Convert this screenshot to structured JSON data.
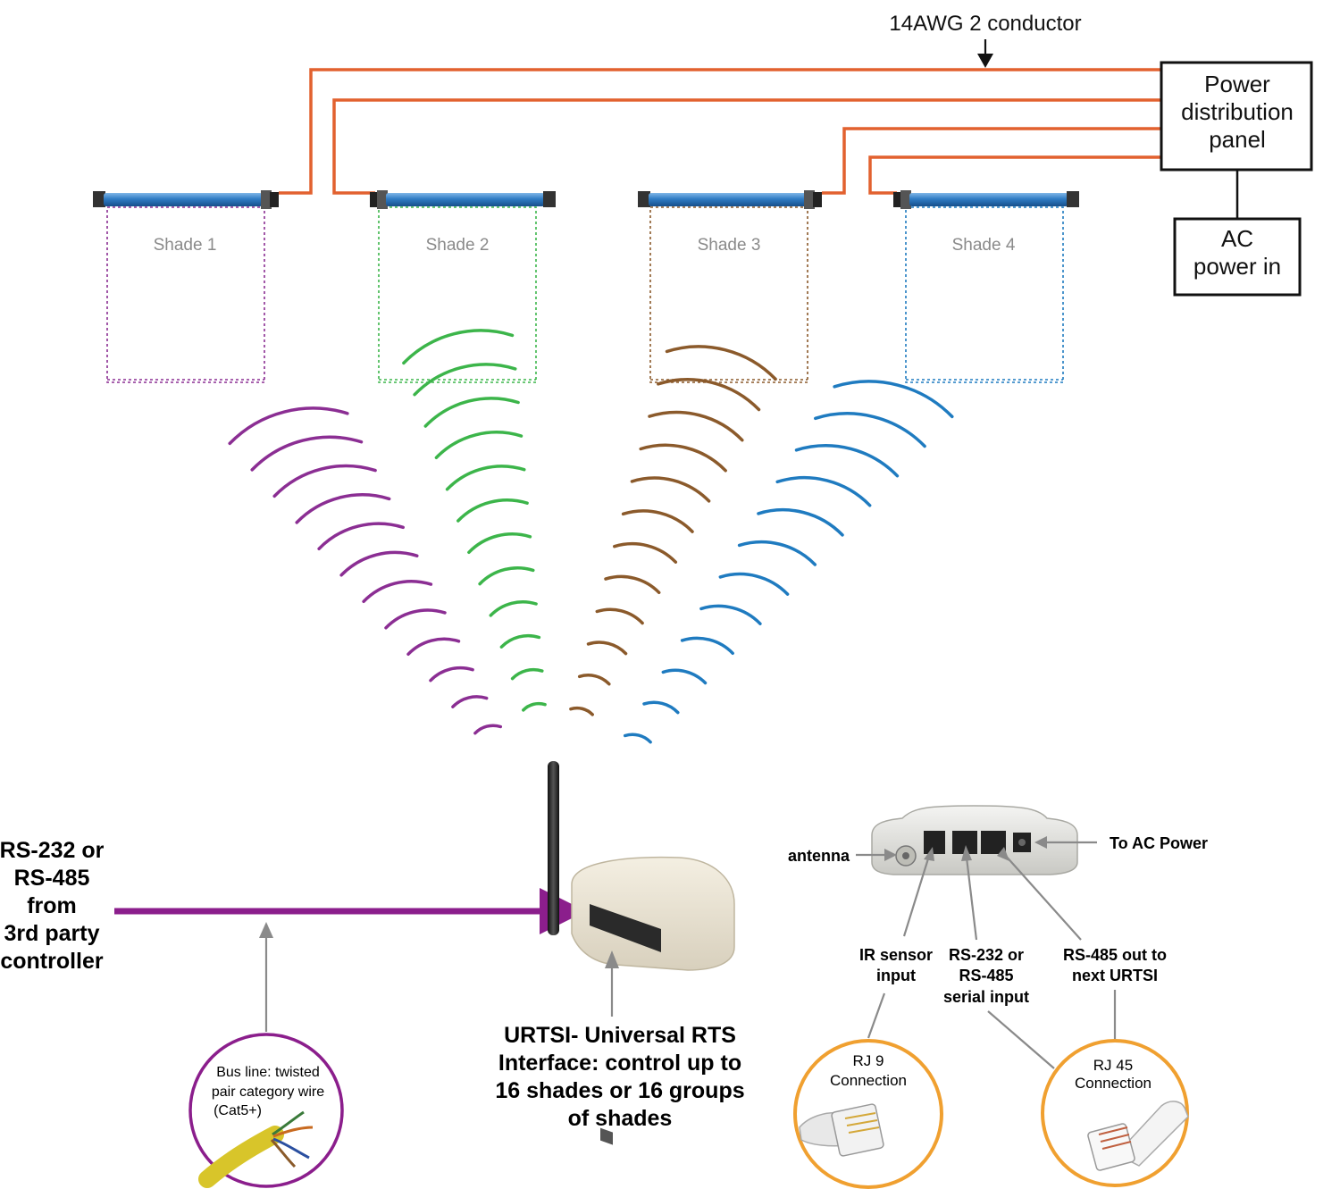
{
  "wire_label": "14AWG 2 conductor",
  "power_panel": {
    "lines": [
      "Power",
      "distribution",
      "panel"
    ]
  },
  "ac_power": {
    "lines": [
      "AC",
      "power in"
    ]
  },
  "shades": [
    {
      "label": "Shade 1",
      "color": "#8b2e93"
    },
    {
      "label": "Shade 2",
      "color": "#3cb54a"
    },
    {
      "label": "Shade 3",
      "color": "#8b5a2b"
    },
    {
      "label": "Shade 4",
      "color": "#1f7bc0"
    }
  ],
  "controller_label": {
    "lines": [
      "RS-232 or",
      "RS-485",
      "from",
      "3rd party",
      "controller"
    ]
  },
  "bus_line": {
    "lines": [
      "Bus line: twisted",
      "pair category wire",
      "(Cat5+)"
    ]
  },
  "urtsi_label": {
    "lines": [
      "URTSI- Universal RTS",
      "Interface: control up to",
      "16 shades or 16 groups",
      "of shades"
    ]
  },
  "ports": {
    "antenna": "antenna",
    "ac": "To AC Power",
    "ir": [
      "IR sensor",
      "input"
    ],
    "serial": [
      "RS-232 or",
      "RS-485",
      "serial input"
    ],
    "rs485_out": [
      "RS-485 out to",
      "next URTSI"
    ]
  },
  "rj9": [
    "RJ 9",
    "Connection"
  ],
  "rj45": [
    "RJ 45",
    "Connection"
  ],
  "colors": {
    "wire": "#e2612f",
    "controller_arrow": "#8b1e8c",
    "connector_circle": "#f0a030",
    "bus_circle": "#8b1e8c",
    "tube": "#2f7cc4"
  }
}
